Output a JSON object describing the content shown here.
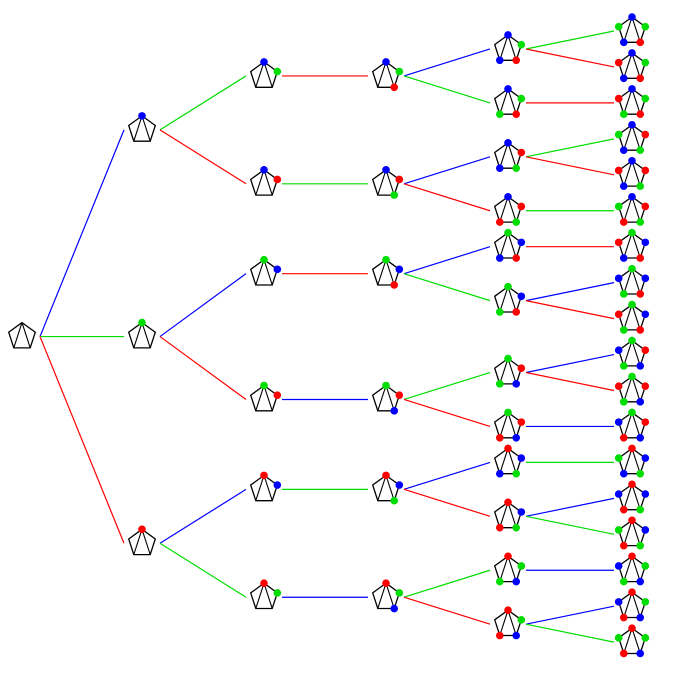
{
  "colors": {
    "background": "#ffffff",
    "outline": "#000000",
    "red": "#ff0000",
    "green": "#00dd00",
    "blue": "#0000ff"
  },
  "tree": {
    "c": [
      {
        "e": "blue",
        "c": [
          {
            "e": "green",
            "c": [
              {
                "e": "red",
                "c": [
                  {
                    "e": "blue",
                    "c": [
                      {
                        "e": "green"
                      },
                      {
                        "e": "red"
                      }
                    ]
                  },
                  {
                    "e": "green",
                    "c": [
                      {
                        "e": "red"
                      }
                    ]
                  }
                ]
              }
            ]
          },
          {
            "e": "red",
            "c": [
              {
                "e": "green",
                "c": [
                  {
                    "e": "blue",
                    "c": [
                      {
                        "e": "green"
                      },
                      {
                        "e": "red"
                      }
                    ]
                  },
                  {
                    "e": "red",
                    "c": [
                      {
                        "e": "green"
                      }
                    ]
                  }
                ]
              }
            ]
          }
        ]
      },
      {
        "e": "green",
        "c": [
          {
            "e": "blue",
            "c": [
              {
                "e": "red",
                "c": [
                  {
                    "e": "blue",
                    "c": [
                      {
                        "e": "red"
                      }
                    ]
                  },
                  {
                    "e": "green",
                    "c": [
                      {
                        "e": "blue"
                      },
                      {
                        "e": "red"
                      }
                    ]
                  }
                ]
              }
            ]
          },
          {
            "e": "red",
            "c": [
              {
                "e": "blue",
                "c": [
                  {
                    "e": "green",
                    "c": [
                      {
                        "e": "blue"
                      },
                      {
                        "e": "red"
                      }
                    ]
                  },
                  {
                    "e": "red",
                    "c": [
                      {
                        "e": "blue"
                      }
                    ]
                  }
                ]
              }
            ]
          }
        ]
      },
      {
        "e": "red",
        "c": [
          {
            "e": "blue",
            "c": [
              {
                "e": "green",
                "c": [
                  {
                    "e": "blue",
                    "c": [
                      {
                        "e": "green"
                      }
                    ]
                  },
                  {
                    "e": "red",
                    "c": [
                      {
                        "e": "blue"
                      },
                      {
                        "e": "green"
                      }
                    ]
                  }
                ]
              }
            ]
          },
          {
            "e": "green",
            "c": [
              {
                "e": "blue",
                "c": [
                  {
                    "e": "green",
                    "c": [
                      {
                        "e": "blue"
                      }
                    ]
                  },
                  {
                    "e": "red",
                    "c": [
                      {
                        "e": "blue"
                      },
                      {
                        "e": "green"
                      }
                    ]
                  }
                ]
              }
            ]
          }
        ]
      }
    ]
  }
}
